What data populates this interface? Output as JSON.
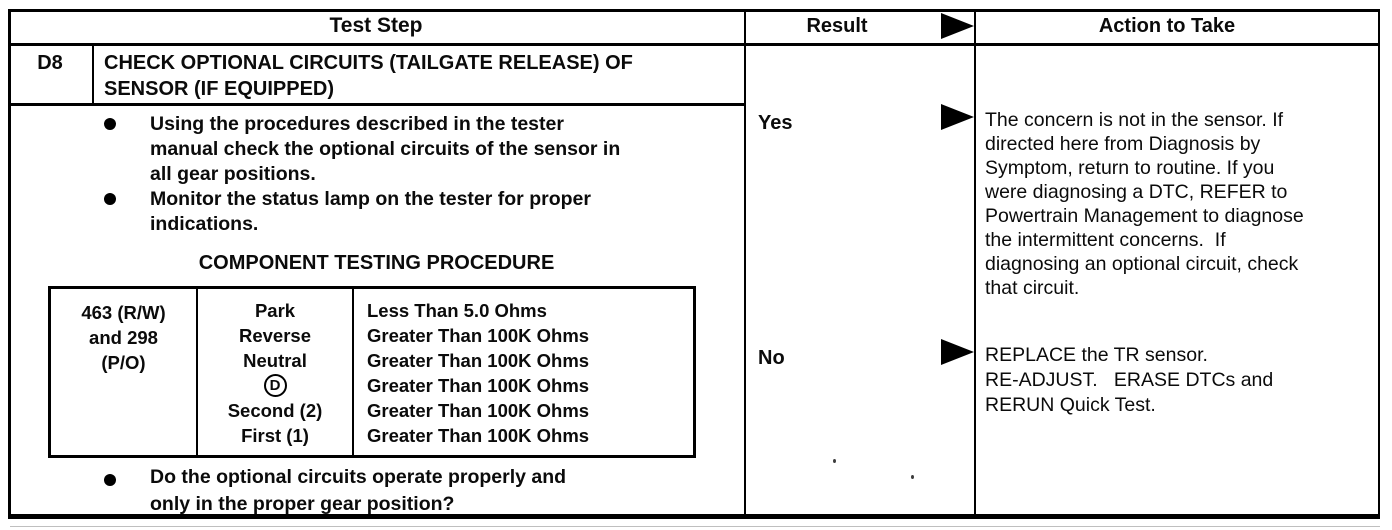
{
  "header": {
    "test_step": "Test Step",
    "result": "Result",
    "action": "Action to Take"
  },
  "step": {
    "id": "D8",
    "title": "CHECK OPTIONAL CIRCUITS (TAILGATE RELEASE) OF\nSENSOR (IF EQUIPPED)",
    "bullet_1": "Using the procedures described in the tester\nmanual check the optional circuits of the sensor in\nall gear positions.",
    "bullet_2": "Monitor the status lamp on the tester for proper\nindications.",
    "procedure_title": "COMPONENT TESTING PROCEDURE",
    "question": "Do the optional circuits operate properly and\nonly in the proper gear position?"
  },
  "component_table": {
    "circuit": "463 (R/W)\nand 298\n(P/O)",
    "rows": [
      {
        "gear": "Park",
        "spec": "Less Than 5.0 Ohms"
      },
      {
        "gear": "Reverse",
        "spec": "Greater Than 100K Ohms"
      },
      {
        "gear": "Neutral",
        "spec": "Greater Than 100K Ohms"
      },
      {
        "gear": "D",
        "spec": "Greater Than 100K Ohms"
      },
      {
        "gear": "Second (2)",
        "spec": "Greater Than 100K Ohms"
      },
      {
        "gear": "First (1)",
        "spec": "Greater Than 100K Ohms"
      }
    ]
  },
  "results": {
    "yes": {
      "label": "Yes",
      "action": "The concern is not in the sensor. If\ndirected here from Diagnosis by\nSymptom, return to routine. If you\nwere diagnosing a DTC, REFER to\nPowertrain Management to diagnose\nthe intermittent concerns.  If\ndiagnosing an optional circuit, check\nthat circuit."
    },
    "no": {
      "label": "No",
      "action": "REPLACE the TR sensor.\nRE-ADJUST.   ERASE DTCs and\nRERUN Quick Test."
    }
  }
}
